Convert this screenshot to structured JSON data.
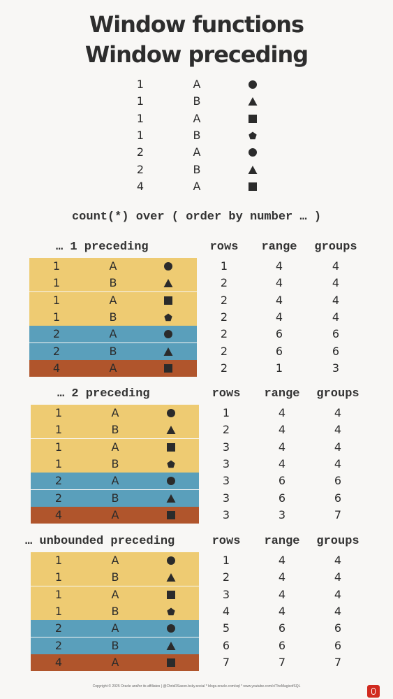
{
  "title_line1": "Window functions",
  "title_line2": "Window preceding",
  "colors": {
    "g1": "#eecb72",
    "g2": "#5a9fbb",
    "g4": "#b0552c",
    "shape": "#2b2b2b"
  },
  "source_rows": [
    {
      "number": "1",
      "letter": "A",
      "shape": "circle"
    },
    {
      "number": "1",
      "letter": "B",
      "shape": "triangle"
    },
    {
      "number": "1",
      "letter": "A",
      "shape": "square"
    },
    {
      "number": "1",
      "letter": "B",
      "shape": "pentagon"
    },
    {
      "number": "2",
      "letter": "A",
      "shape": "circle"
    },
    {
      "number": "2",
      "letter": "B",
      "shape": "triangle"
    },
    {
      "number": "4",
      "letter": "A",
      "shape": "square"
    }
  ],
  "formula": "count(*) over ( order by number … )",
  "column_headers": {
    "rows": "rows",
    "range": "range",
    "groups": "groups"
  },
  "sections": [
    {
      "title": "… 1 preceding",
      "rows": [
        "1",
        "2",
        "2",
        "2",
        "2",
        "2",
        "2"
      ],
      "range": [
        "4",
        "4",
        "4",
        "4",
        "6",
        "6",
        "1"
      ],
      "groups": [
        "4",
        "4",
        "4",
        "4",
        "6",
        "6",
        "3"
      ]
    },
    {
      "title": "… 2 preceding",
      "rows": [
        "1",
        "2",
        "3",
        "3",
        "3",
        "3",
        "3"
      ],
      "range": [
        "4",
        "4",
        "4",
        "4",
        "6",
        "6",
        "3"
      ],
      "groups": [
        "4",
        "4",
        "4",
        "4",
        "6",
        "6",
        "7"
      ]
    },
    {
      "title": "… unbounded preceding",
      "rows": [
        "1",
        "2",
        "3",
        "4",
        "5",
        "6",
        "7"
      ],
      "range": [
        "4",
        "4",
        "4",
        "4",
        "6",
        "6",
        "7"
      ],
      "groups": [
        "4",
        "4",
        "4",
        "4",
        "6",
        "6",
        "7"
      ]
    }
  ],
  "footer": "Copyright © 2025 Oracle and/or its affiliates  |  @ChrisRSaxon.bsky.social   * blogs.oracle.com/sql   * www.youtube.com/c/TheMagicofSQL",
  "logo": "oracle-logo"
}
